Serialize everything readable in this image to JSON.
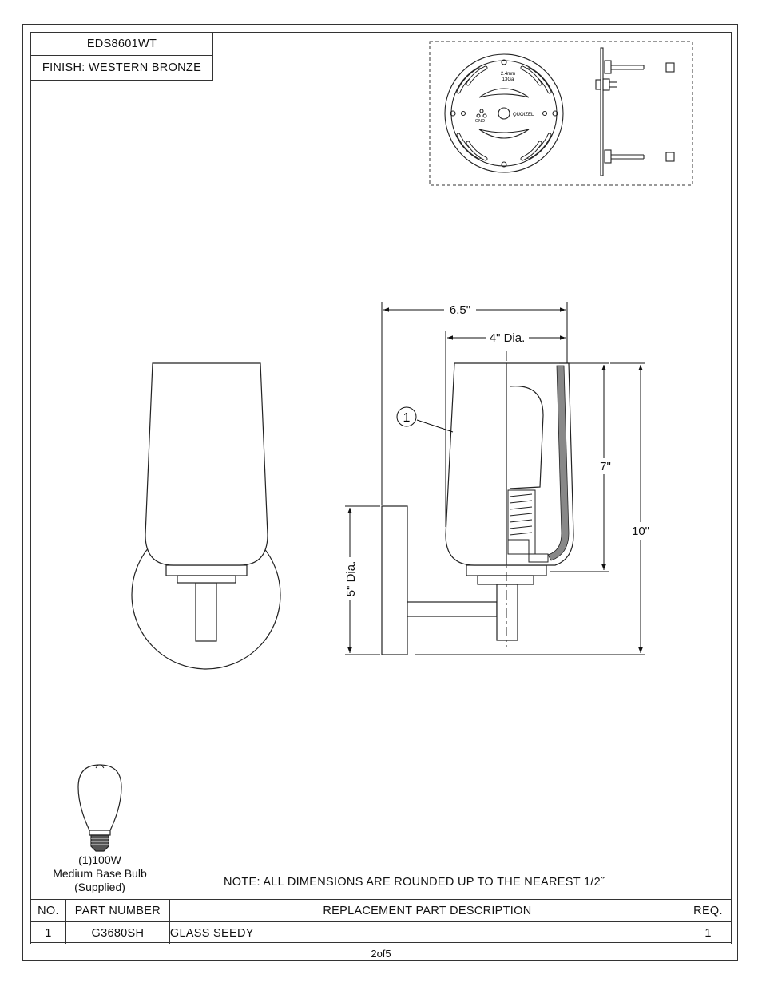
{
  "header": {
    "model": "EDS8601WT",
    "finish": "FINISH: WESTERN BRONZE"
  },
  "mounting_plate": {
    "marking_gauge": "2.4mm",
    "marking_ga": "13Ga",
    "marking_gnd": "GND",
    "marking_brand": "QUOIZEL"
  },
  "dimensions": {
    "overall_width": "6.5\"",
    "shade_dia": "4\" Dia.",
    "shade_height": "7\"",
    "overall_height": "10\"",
    "backplate_dia": "5\" Dia.",
    "callout": "1"
  },
  "bulb": {
    "line1": "(1)100W",
    "line2": "Medium Base Bulb",
    "line3": "(Supplied)"
  },
  "note": "NOTE:  ALL DIMENSIONS ARE ROUNDED UP TO THE NEAREST  1/2˝",
  "table": {
    "headers": [
      "NO.",
      "PART NUMBER",
      "REPLACEMENT PART DESCRIPTION",
      "REQ."
    ],
    "rows": [
      {
        "no": "1",
        "part": "G3680SH",
        "desc": "GLASS SEEDY",
        "req": "1"
      }
    ]
  },
  "page_label": "2of5"
}
